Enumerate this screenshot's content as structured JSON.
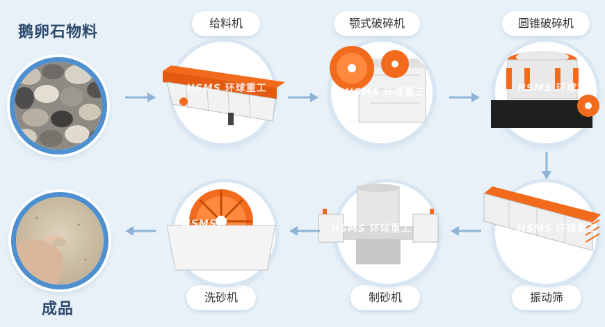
{
  "input": {
    "title": "鹅卵石物料"
  },
  "output": {
    "title": "成品"
  },
  "steps": [
    {
      "label": "给料机",
      "icon": "vibrating-feeder-icon"
    },
    {
      "label": "颚式破碎机",
      "icon": "jaw-crusher-icon"
    },
    {
      "label": "圆锥破碎机",
      "icon": "cone-crusher-icon"
    },
    {
      "label": "振动筛",
      "icon": "vibrating-screen-icon"
    },
    {
      "label": "制砂机",
      "icon": "sand-making-machine-icon"
    },
    {
      "label": "洗砂机",
      "icon": "sand-washer-icon"
    }
  ],
  "watermark": {
    "brand": "HSMS",
    "company": "环球重工"
  },
  "colors": {
    "background": "#e8f1f8",
    "accent": "#f26a1b",
    "arrow": "#8fb3d6",
    "ring": "#4e8fd0"
  }
}
